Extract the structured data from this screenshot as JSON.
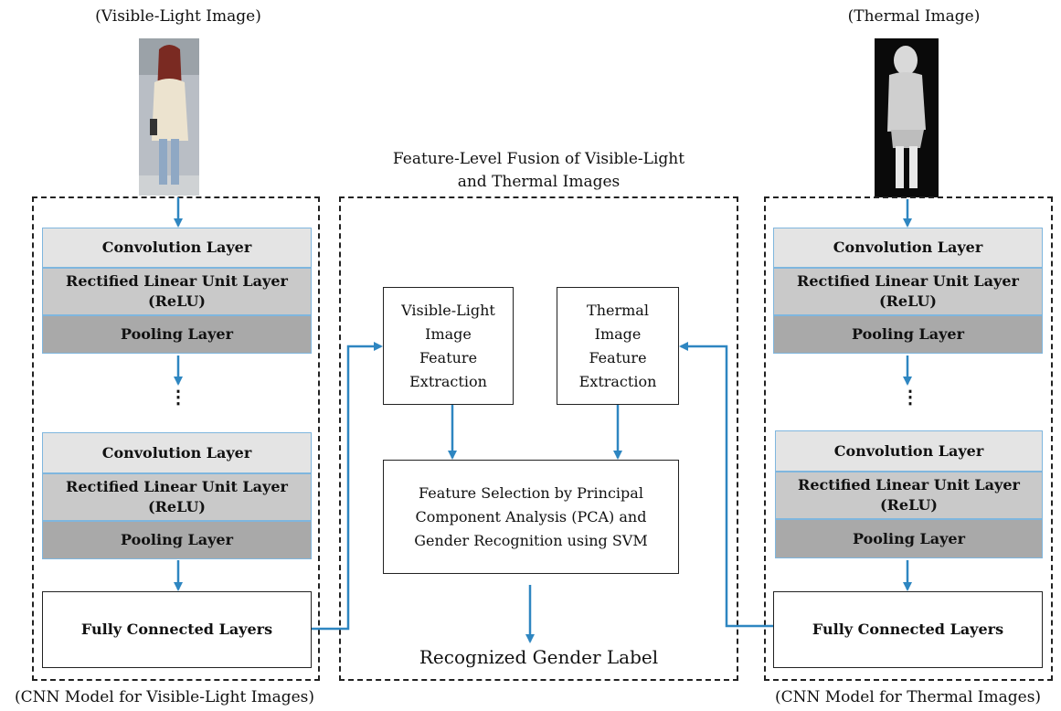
{
  "left": {
    "image_label": "(Visible-Light Image)",
    "model_caption": "(CNN Model for Visible-Light Images)",
    "conv1": "Convolution Layer",
    "relu1": "Rectified Linear Unit Layer (ReLU)",
    "pool1": "Pooling Layer",
    "ellipsis": "⋮",
    "conv2": "Convolution Layer",
    "relu2": "Rectified Linear Unit Layer (ReLU)",
    "pool2": "Pooling Layer",
    "fc": "Fully Connected Layers"
  },
  "right": {
    "image_label": "(Thermal Image)",
    "model_caption": "(CNN Model for Thermal Images)",
    "conv1": "Convolution Layer",
    "relu1": "Rectified Linear Unit Layer (ReLU)",
    "pool1": "Pooling Layer",
    "ellipsis": "⋮",
    "conv2": "Convolution Layer",
    "relu2": "Rectified Linear Unit Layer (ReLU)",
    "pool2": "Pooling Layer",
    "fc": "Fully Connected Layers"
  },
  "fusion": {
    "title": "Feature-Level Fusion of Visible-Light and Thermal Images",
    "visible_extraction": "Visible-Light Image Feature Extraction",
    "thermal_extraction": "Thermal Image Feature Extraction",
    "selection": "Feature Selection by Principal Component Analysis (PCA) and Gender Recognition using SVM",
    "output": "Recognized Gender Label"
  },
  "colors": {
    "arrow": "#2e86c1",
    "layer_border": "#7fb6de"
  }
}
